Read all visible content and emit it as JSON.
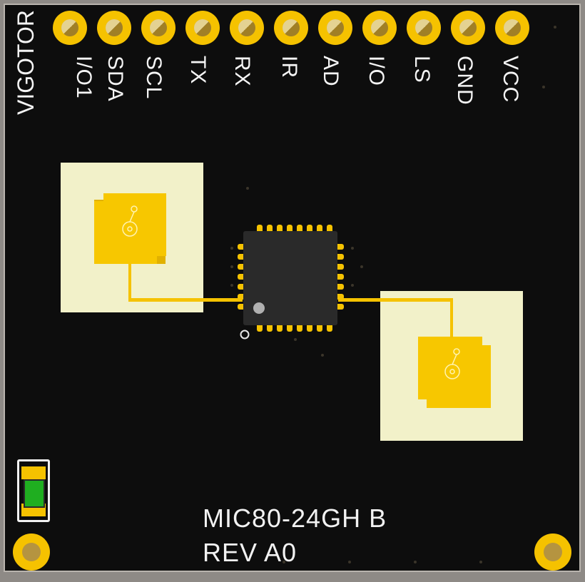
{
  "board": {
    "logo_text": "VIGOTOR",
    "header_pins": [
      "I/O1",
      "SDA",
      "SCL",
      "TX",
      "RX",
      "IR",
      "AD",
      "I/O",
      "LS",
      "GND",
      "VCC"
    ],
    "model_label": "MIC80-24GH B",
    "revision_label": "REV A0"
  },
  "colors": {
    "board": "#0d0d0d",
    "copper_gold": "#f5c200",
    "silkscreen": "#f2f2f2",
    "antenna_keepout": "#f2f1c9",
    "led_green": "#1fae20"
  }
}
